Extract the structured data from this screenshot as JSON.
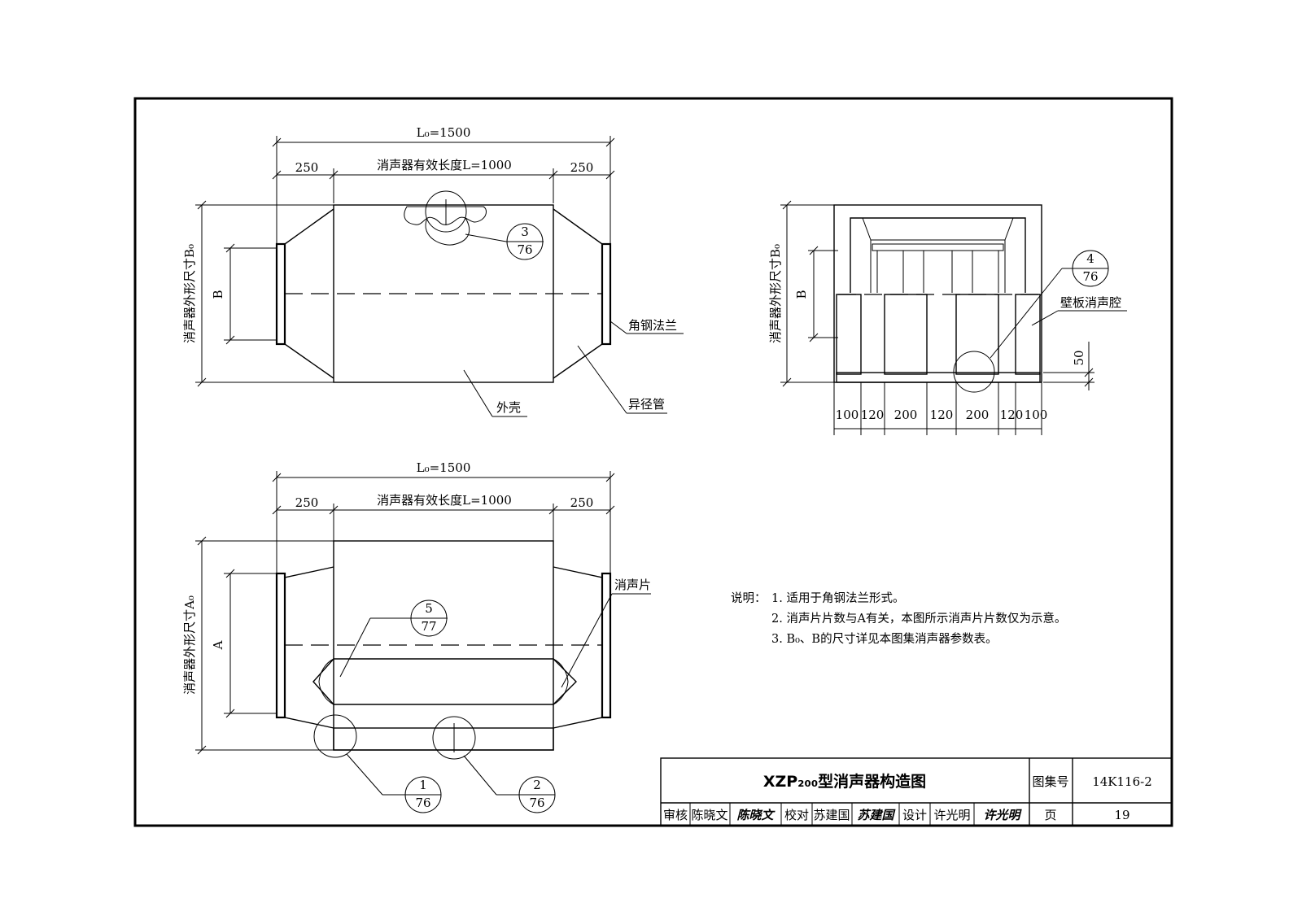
{
  "views": {
    "top": {
      "overall_length": "L₀=1500",
      "effective_length": "消声器有效长度L=1000",
      "end_left": "250",
      "end_right": "250",
      "outer_size_label": "消声器外形尺寸B₀",
      "inner_label": "B",
      "callout_num": "3",
      "callout_page": "76",
      "label_flange": "角钢法兰",
      "label_shell": "外壳",
      "label_reducer": "异径管"
    },
    "section": {
      "outer_size_label": "消声器外形尺寸B₀",
      "inner_label": "B",
      "callout_num": "4",
      "callout_page": "76",
      "label_cavity": "壁板消声腔",
      "gap": "50",
      "widths": [
        "100",
        "120",
        "200",
        "120",
        "200",
        "120",
        "100"
      ]
    },
    "bottom": {
      "overall_length": "L₀=1500",
      "effective_length": "消声器有效长度L=1000",
      "end_left": "250",
      "end_right": "250",
      "outer_size_label": "消声器外形尺寸A₀",
      "inner_label": "A",
      "label_baffle": "消声片",
      "callout5_num": "5",
      "callout5_page": "77",
      "callout1_num": "1",
      "callout1_page": "76",
      "callout2_num": "2",
      "callout2_page": "76"
    }
  },
  "notes": {
    "heading": "说明：",
    "items": [
      "1. 适用于角钢法兰形式。",
      "2. 消声片片数与A有关，本图所示消声片片数仅为示意。",
      "3. B₀、B的尺寸详见本图集消声器参数表。"
    ]
  },
  "title_block": {
    "title": "XZP₂₀₀型消声器构造图",
    "atlas_label": "图集号",
    "atlas_no": "14K116-2",
    "page_label": "页",
    "page_no": "19",
    "review_label": "审核",
    "reviewer": "陈晓文",
    "reviewer_sig": "陈晓文",
    "check_label": "校对",
    "checker": "苏建国",
    "checker_sig": "苏建国",
    "design_label": "设计",
    "designer": "许光明",
    "designer_sig": "许光明"
  }
}
